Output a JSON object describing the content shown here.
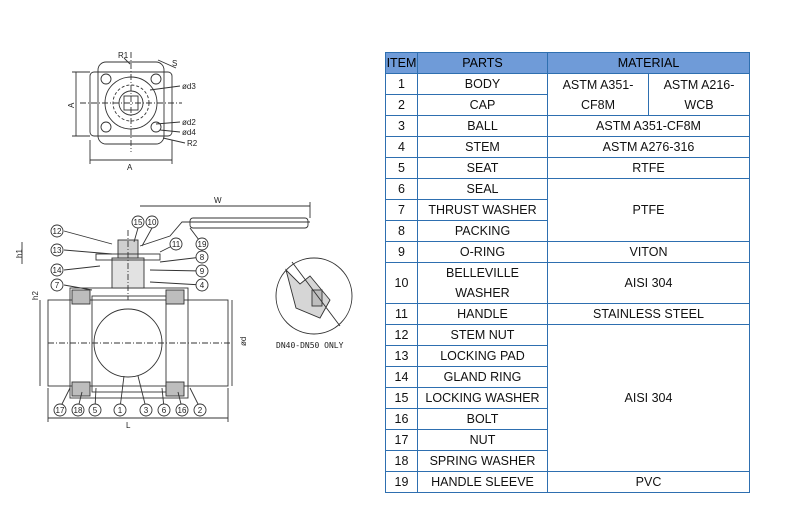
{
  "drawing": {
    "top_view_labels": {
      "r1": "R1",
      "s": "S",
      "d3": "ød3",
      "d2": "ød2",
      "d4": "ød4",
      "r2": "R2",
      "a_vertical": "A",
      "a_horizontal": "A"
    },
    "side_view_labels": {
      "w": "W",
      "h1": "h1",
      "h2": "h2",
      "d": "ød",
      "l": "L"
    },
    "detail_caption": "DN40-DN50 ONLY",
    "balloons_upper": [
      "12",
      "13",
      "14",
      "7",
      "15",
      "10",
      "11",
      "19",
      "8",
      "9",
      "4"
    ],
    "balloons_lower": [
      "17",
      "18",
      "5",
      "1",
      "3",
      "6",
      "16",
      "2"
    ]
  },
  "table": {
    "headers": {
      "item": "ITEM",
      "parts": "PARTS",
      "material": "MATERIAL"
    },
    "rows": [
      {
        "item": "1",
        "part": "BODY"
      },
      {
        "item": "2",
        "part": "CAP"
      },
      {
        "item": "3",
        "part": "BALL"
      },
      {
        "item": "4",
        "part": "STEM"
      },
      {
        "item": "5",
        "part": "SEAT"
      },
      {
        "item": "6",
        "part": "SEAL"
      },
      {
        "item": "7",
        "part": "THRUST WASHER"
      },
      {
        "item": "8",
        "part": "PACKING"
      },
      {
        "item": "9",
        "part": "O-RING"
      },
      {
        "item": "10",
        "part_line1": "BELLEVILLE",
        "part_line2": "WASHER"
      },
      {
        "item": "11",
        "part": "HANDLE"
      },
      {
        "item": "12",
        "part": "STEM NUT"
      },
      {
        "item": "13",
        "part": "LOCKING PAD"
      },
      {
        "item": "14",
        "part": "GLAND RING"
      },
      {
        "item": "15",
        "part": "LOCKING WASHER"
      },
      {
        "item": "16",
        "part": "BOLT"
      },
      {
        "item": "17",
        "part": "NUT"
      },
      {
        "item": "18",
        "part": "SPRING WASHER"
      },
      {
        "item": "19",
        "part": "HANDLE SLEEVE"
      }
    ],
    "materials": {
      "body_cap_a_line1": "ASTM A351-",
      "body_cap_a_line2": "CF8M",
      "body_cap_b_line1": "ASTM A216-",
      "body_cap_b_line2": "WCB",
      "ball": "ASTM A351-CF8M",
      "stem": "ASTM A276-316",
      "seat": "RTFE",
      "seal_thrust_packing": "PTFE",
      "oring": "VITON",
      "belleville": "AISI 304",
      "handle": "STAINLESS STEEL",
      "group_12_18": "AISI 304",
      "handle_sleeve": "PVC"
    }
  }
}
